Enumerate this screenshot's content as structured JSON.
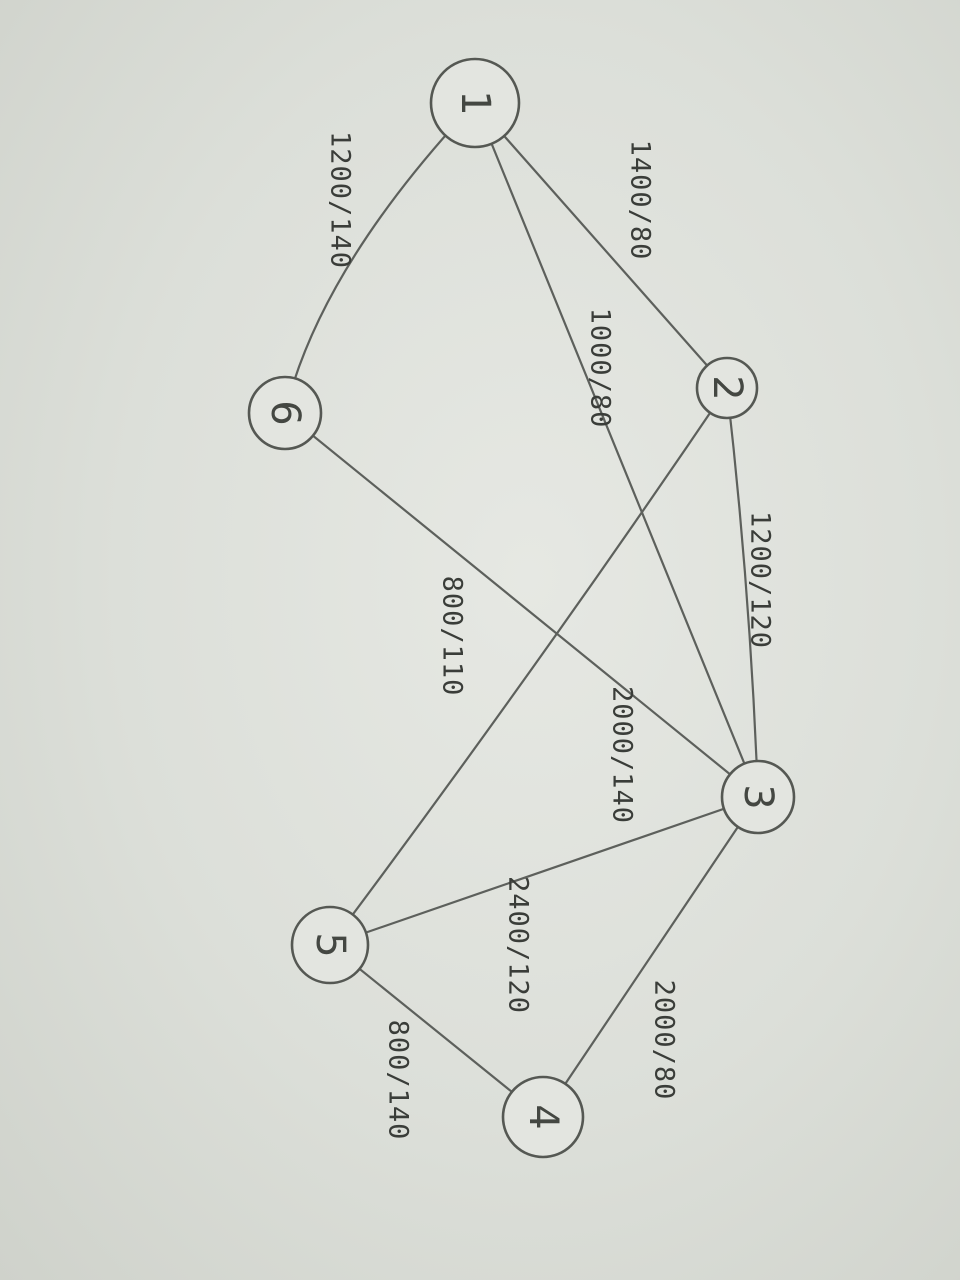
{
  "nodes": [
    {
      "id": "1",
      "label": "1"
    },
    {
      "id": "2",
      "label": "2"
    },
    {
      "id": "3",
      "label": "3"
    },
    {
      "id": "4",
      "label": "4"
    },
    {
      "id": "5",
      "label": "5"
    },
    {
      "id": "6",
      "label": "6"
    }
  ],
  "edges": [
    {
      "from": "1",
      "to": "6",
      "label": "1200/140"
    },
    {
      "from": "1",
      "to": "2",
      "label": "1400/80"
    },
    {
      "from": "1",
      "to": "3",
      "label": "1000/80"
    },
    {
      "from": "2",
      "to": "3",
      "label": "1200/120"
    },
    {
      "from": "6",
      "to": "3",
      "label": "800/110"
    },
    {
      "from": "2",
      "to": "5",
      "label": "2000/140"
    },
    {
      "from": "5",
      "to": "3",
      "label": "2400/120"
    },
    {
      "from": "3",
      "to": "4",
      "label": "2000/80"
    },
    {
      "from": "5",
      "to": "4",
      "label": "800/140"
    }
  ]
}
